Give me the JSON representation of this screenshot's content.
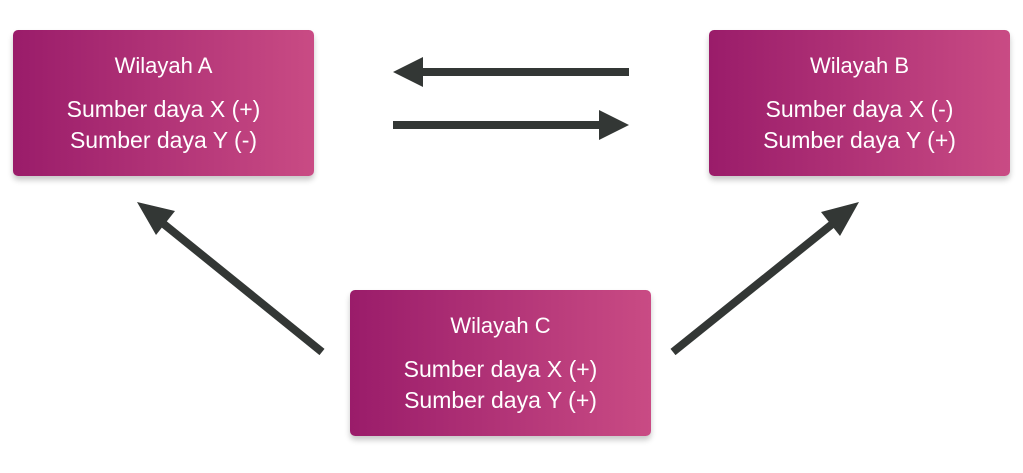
{
  "colors": {
    "box_gradient_start": "#9a1c6a",
    "box_gradient_end": "#c94b84",
    "box_text": "#ffffff",
    "arrow": "#333735"
  },
  "regions": {
    "a": {
      "title": "Wilayah A",
      "resource_x": "Sumber daya X (+)",
      "resource_y": "Sumber daya Y (-)"
    },
    "b": {
      "title": "Wilayah B",
      "resource_x": "Sumber daya X (-)",
      "resource_y": "Sumber daya Y (+)"
    },
    "c": {
      "title": "Wilayah C",
      "resource_x": "Sumber daya X (+)",
      "resource_y": "Sumber daya Y (+)"
    }
  },
  "connections": [
    {
      "from": "b",
      "to": "a"
    },
    {
      "from": "a",
      "to": "b"
    },
    {
      "from": "c",
      "to": "a"
    },
    {
      "from": "c",
      "to": "b"
    }
  ]
}
